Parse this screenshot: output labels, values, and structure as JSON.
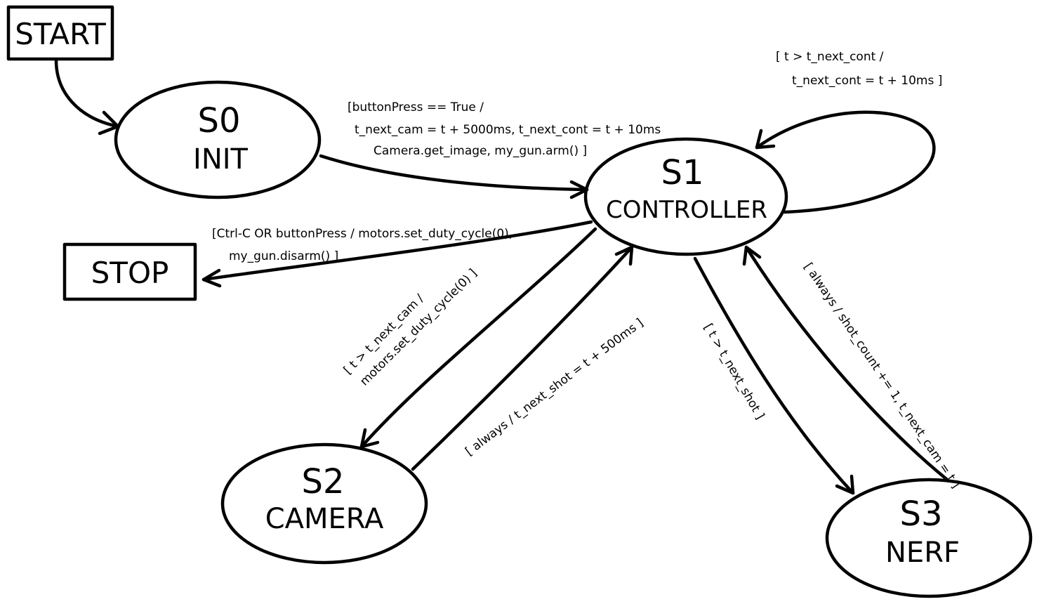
{
  "terminals": {
    "start": "START",
    "stop": "STOP"
  },
  "states": {
    "s0": {
      "id": "S0",
      "name": "INIT"
    },
    "s1": {
      "id": "S1",
      "name": "CONTROLLER"
    },
    "s2": {
      "id": "S2",
      "name": "CAMERA"
    },
    "s3": {
      "id": "S3",
      "name": "NERF"
    }
  },
  "transitions": {
    "s0_to_s1": {
      "line1": "[buttonPress == True /",
      "line2": "t_next_cam = t + 5000ms, t_next_cont = t + 10ms",
      "line3": "Camera.get_image, my_gun.arm() ]"
    },
    "s1_self": {
      "line1": "[ t > t_next_cont /",
      "line2": "t_next_cont = t + 10ms ]"
    },
    "s1_to_stop": {
      "line1": "[Ctrl-C OR buttonPress / motors.set_duty_cycle(0),",
      "line2": "my_gun.disarm() ]"
    },
    "s1_to_s2": {
      "line1": "[ t > t_next_cam /",
      "line2": "motors.set_duty_cycle(0) ]"
    },
    "s2_to_s1": {
      "line1": "[ always / t_next_shot = t + 500ms ]"
    },
    "s1_to_s3": {
      "line1": "[ t > t_next_shot ]"
    },
    "s3_to_s1": {
      "line1": "[ always / shot_count += 1, t_next_cam = t ]"
    }
  }
}
